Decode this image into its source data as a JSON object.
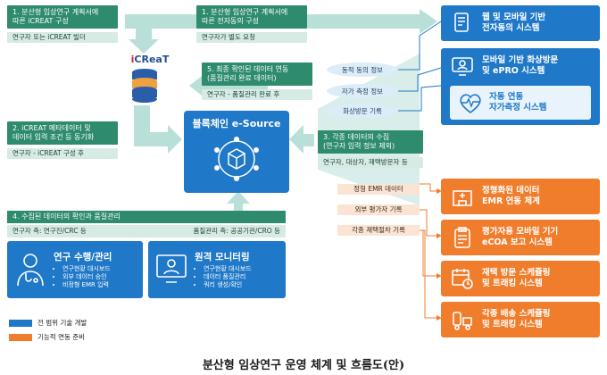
{
  "steps": {
    "s1_left": {
      "title": "1. 분산형 임상연구 계획서에\n따른 iCREAT 구성",
      "sub": "연구자 또는 iCREAT 빌더"
    },
    "s1_mid": {
      "title": "1. 분산형 임상연구 계획서에\n따른 전자동의 구성",
      "sub": "연구자가 별도 요청"
    },
    "s5": {
      "title": "5. 최종 확인된 데이터 연동\n(품질관리 완료 데이터)",
      "sub": "연구자 - 품질관리 완료 후"
    },
    "s2": {
      "title": "2. iCREAT 메타데이터 및\n데이터 입력 조건 등 동기화",
      "sub": "연구자 - iCREAT 구성 후"
    },
    "s3": {
      "title": "3. 각종 데이터의 수집\n(연구자 입력 정보 제외)",
      "sub": "연구자, 대상자, 재택방문자 등"
    },
    "s4": {
      "title": "4. 수집된 데이터의 확인과 품질관리",
      "sub_left": "연구자 측: 연구진/CRC 등",
      "sub_right": "품질관리 측: 공공기관/CRO 등"
    }
  },
  "icreat": {
    "logo_i": "i",
    "logo_rest": "CReaT"
  },
  "center": {
    "title": "블록체인 e-Source"
  },
  "ellipses": [
    "동적 동의 정보",
    "자가 측정 정보",
    "화상방문 기록"
  ],
  "blue_systems": [
    {
      "label": "웹 및 모바일 기반\n전자동의 시스템",
      "icon": "document-phone-icon"
    },
    {
      "label": "모바일 기반 화상방문\n및 ePRO 시스템",
      "icon": "video-call-icon"
    }
  ],
  "self_measure": {
    "label": "자동 연동\n자가측정 시스템",
    "icon": "heart-pulse-icon"
  },
  "orange_labels": [
    "정형 EMR 데이터",
    "외부 평가자 기록",
    "각종 재택절차 기록"
  ],
  "orange_systems": [
    {
      "label": "정형화된 데이터\nEMR 연동 체계",
      "icon": "hospital-icon"
    },
    {
      "label": "평가자용 모바일 기기\neCOA 보고 시스템",
      "icon": "clipboard-icon"
    },
    {
      "label": "재택 방문 스케쥴링\n및 트래킹 시스템",
      "icon": "calendar-clock-icon"
    },
    {
      "label": "각종 배송 스케쥴링\n및 트래킹 시스템",
      "icon": "delivery-icon"
    }
  ],
  "panels": {
    "left": {
      "title": "연구 수행/관리",
      "items": [
        "연구현황 대시보드",
        "외부 데이터 승인",
        "비정형 EMR 입력"
      ],
      "icon": "doctor-icon"
    },
    "right": {
      "title": "원격 모니터링",
      "items": [
        "연구현황 대시보드",
        "데이터 품질관리",
        "쿼리 생성/확인"
      ],
      "icon": "monitor-person-icon"
    }
  },
  "legend": [
    {
      "label": "전 범위 기술 개발",
      "color": "#1f78c8"
    },
    {
      "label": "기능적 연동 준비",
      "color": "#f07d2c"
    }
  ],
  "caption": "분산형 임상연구 운영 체계 및 흐름도(안)",
  "colors": {
    "blue": "#1f78c8",
    "orange": "#f07d2c",
    "green": "#2e8b6e",
    "arrow": "#b9e0d8"
  }
}
